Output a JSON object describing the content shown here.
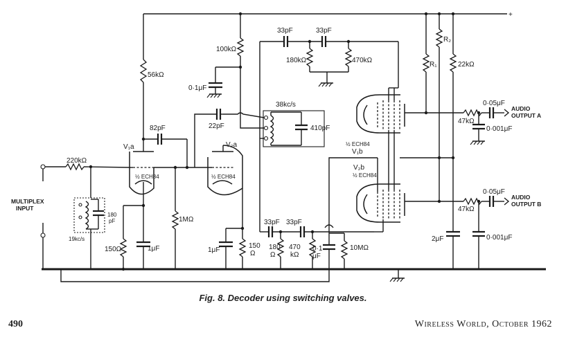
{
  "labels": {
    "supply_plus": "+",
    "r_100k": "100kΩ",
    "r_56k": "56kΩ",
    "c_01uF": "0·1μF",
    "c_33pF_a": "33pF",
    "c_33pF_b": "33pF",
    "r_180k": "180kΩ",
    "r_470k": "470kΩ",
    "r1": "R₁",
    "r2": "R₂",
    "r_22k": "22kΩ",
    "coil_freq": "38kc/s",
    "c_410pF": "410pF",
    "c_82pF": "82pF",
    "c_22pF": "22pF",
    "v1a": "V₁a",
    "v2a": "V₂a",
    "v1b": "V₁b",
    "v2b": "V₂b",
    "tube_half_a": "½ ECH84",
    "tube_half_b": "½ ECH84",
    "tube_half_c": "½ ECH84",
    "tube_half_d": "½ ECH84",
    "r_220k": "220kΩ",
    "c_180pF_num": "180",
    "c_180pF_unit": "pF",
    "coil_19k": "19kc/s",
    "multiplex_1": "MULTIPLEX",
    "multiplex_2": "INPUT",
    "r_150_a": "150Ω",
    "c_1uF_a": "1μF",
    "r_1M": "1MΩ",
    "c_1uF_b": "1μF",
    "r_150_b_num": "150",
    "r_150_b_unit": "Ω",
    "c_33pF_c": "33pF",
    "c_33pF_d": "33pF",
    "r_180_num": "180",
    "r_180_unit": "Ω",
    "r_470_num": "470",
    "r_470_unit": "kΩ",
    "c_01_num": "0·1",
    "c_01_unit": "μF",
    "r_10M": "10MΩ",
    "c_2uF": "2μF",
    "c_005_a": "0·05μF",
    "c_005_b": "0·05μF",
    "r_47k_a": "47kΩ",
    "r_47k_b": "47kΩ",
    "c_0001_a": "0·001μF",
    "c_0001_b": "0·001μF",
    "audio_a_1": "AUDIO",
    "audio_a_2": "OUTPUT A",
    "audio_b_1": "AUDIO",
    "audio_b_2": "OUTPUT B"
  },
  "caption": "Fig. 8.  Decoder using switching valves.",
  "page_number": "490",
  "journal": "Wireless World, October 1962"
}
